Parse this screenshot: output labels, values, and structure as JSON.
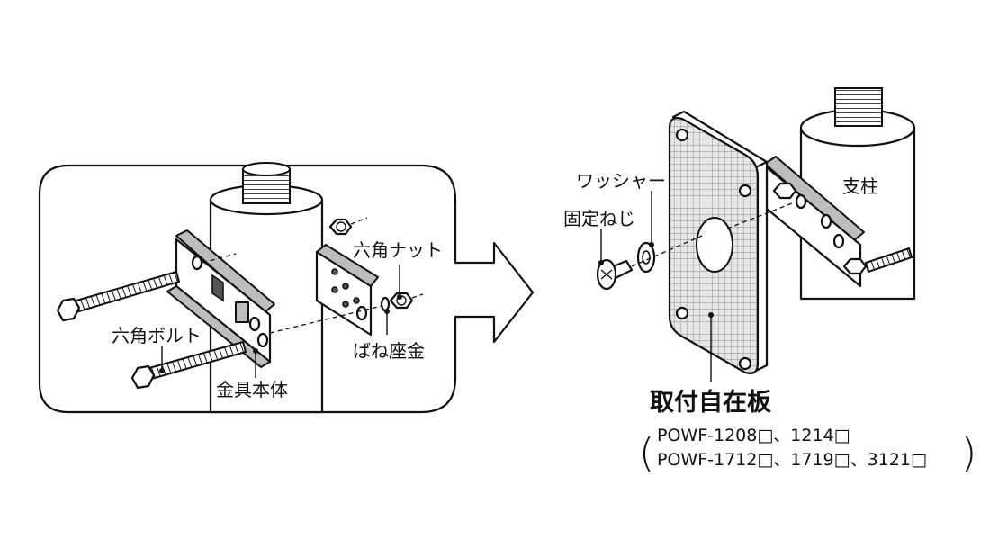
{
  "labels": {
    "hex_nut": "六角ナット",
    "hex_bolt": "六角ボルト",
    "spring_washer": "ばね座金",
    "bracket_body": "金具本体",
    "washer": "ワッシャー",
    "fixing_screw": "固定ねじ",
    "pole": "支柱"
  },
  "product": {
    "title": "取付自在板",
    "models_line1": "POWF-1208□、1214□",
    "models_line2": "POWF-1712□、1719□、3121□"
  }
}
